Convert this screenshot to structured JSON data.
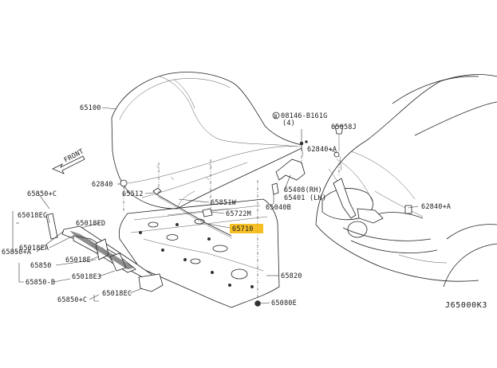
{
  "labels": {
    "p65100": "65100",
    "p62840a": "62840",
    "p65512": "65512",
    "p65851w": "65851W",
    "p65722m": "65722M",
    "p65710": "65710",
    "p65820": "65820",
    "p65080e": "65080E",
    "p65040b": "65040B",
    "p65408": "65408(RH)",
    "p65401": "65401 (LH)",
    "p08146": "08146-B161G",
    "p08146q": "(4)",
    "p65058j": "65058J",
    "p62840a_plus": "62840+A",
    "p62840a_plus2": "62840+A",
    "p65850c": "65850+C",
    "p65018ec1": "65018EC",
    "p65018ed": "65018ED",
    "p65850a": "65850+A",
    "p65018ea": "65018EA",
    "p65018e": "65018E",
    "p65850": "65850",
    "p65018e3": "65018E3",
    "p65850b": "65850-B",
    "p65850c2": "65850+C",
    "p65018ec2": "65018EC",
    "front": "FRONT",
    "code": "J65000K3"
  },
  "highlight_color": "#f5b400"
}
